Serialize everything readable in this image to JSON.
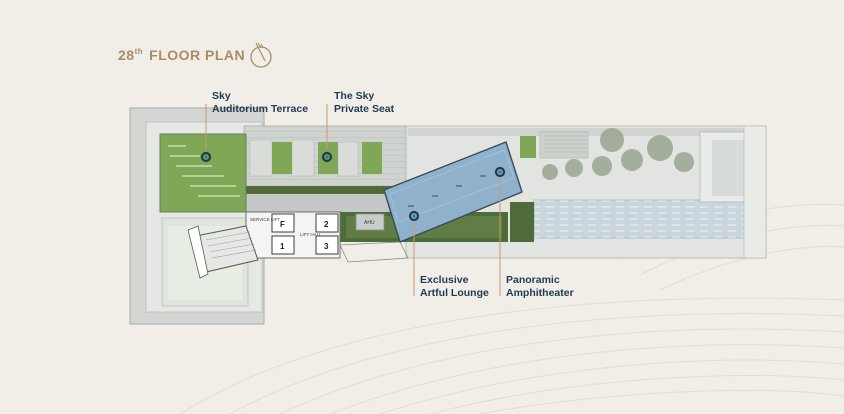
{
  "header": {
    "floor_number": "28",
    "floor_suffix": "th",
    "title_rest": "FLOOR PLAN",
    "compass_icon": "north-compass-icon"
  },
  "amenities": [
    {
      "id": "sky-auditorium-terrace",
      "line1": "Sky",
      "line2": "Auditorium Terrace"
    },
    {
      "id": "sky-private-seat",
      "line1": "The Sky",
      "line2": "Private Seat"
    },
    {
      "id": "exclusive-artful-lounge",
      "line1": "Exclusive",
      "line2": "Artful Lounge"
    },
    {
      "id": "panoramic-amphitheater",
      "line1": "Panoramic",
      "line2": "Amphitheater"
    }
  ],
  "room_labels": {
    "service_lift": "SERVICE LIFT",
    "lift_hall": "LIFT HALL",
    "ahu": "AHU",
    "lift_f": "F",
    "lift_1": "1",
    "lift_2": "2",
    "lift_3": "3"
  },
  "colors": {
    "background": "#f1eee7",
    "title": "#a98c66",
    "label_text": "#1f3a52",
    "leader_line": "#c99a6a",
    "marker": "#1f3a52",
    "lawn": "#7fa856",
    "glass_roof": "#8fb1cc",
    "water": "#c9d6dd"
  }
}
